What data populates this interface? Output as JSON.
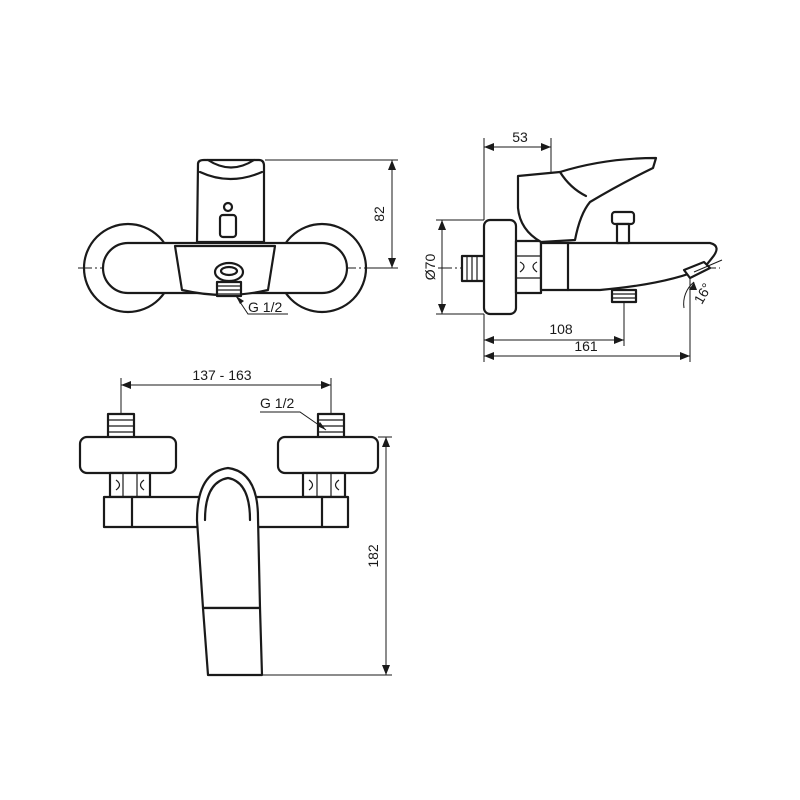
{
  "dimensions": {
    "height_front": "82",
    "top_offset": "53",
    "diameter": "Ø70",
    "spout_108": "108",
    "depth_161": "161",
    "angle": "16°",
    "thread_front": "G 1/2",
    "centers": "137 - 163",
    "thread_top": "G 1/2",
    "length_182": "182"
  }
}
